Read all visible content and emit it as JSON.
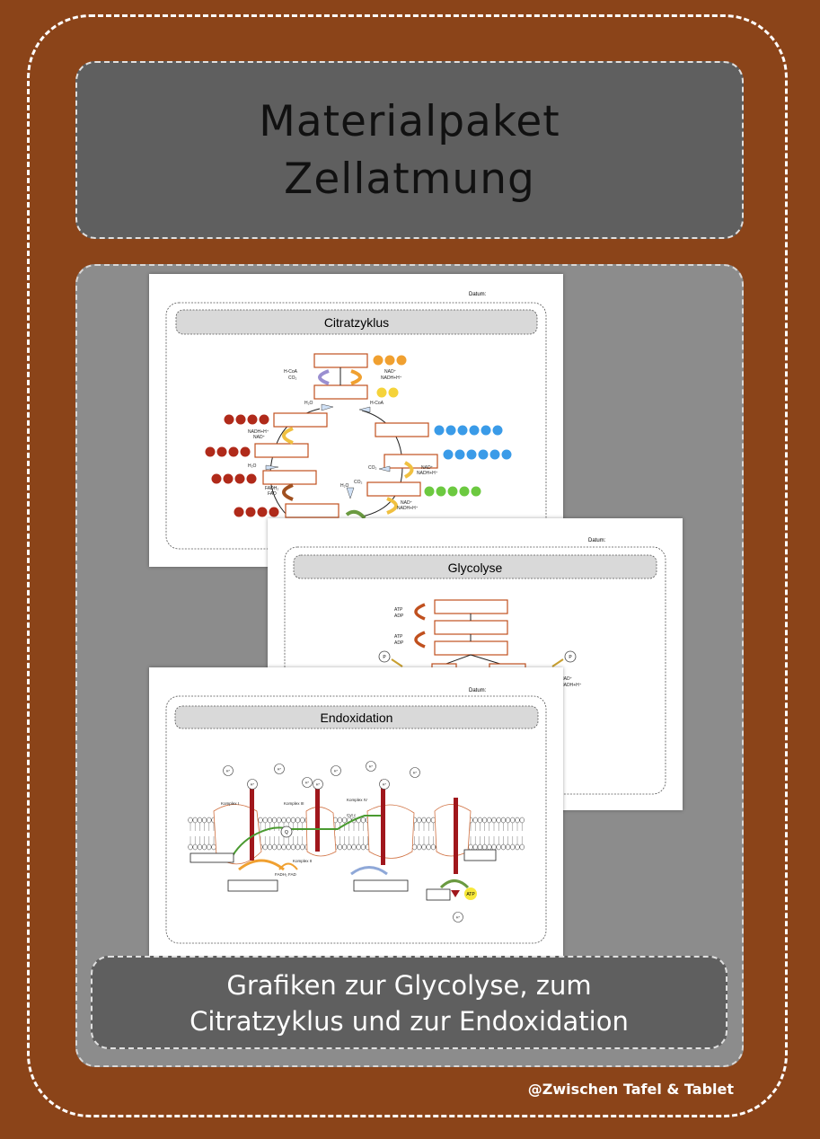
{
  "cover": {
    "title_line1": "Materialpaket",
    "title_line2": "Zellatmung",
    "subtitle_line1": "Grafiken zur Glycolyse, zum",
    "subtitle_line2": "Citratzyklus und zur Endoxidation",
    "credit": "@Zwischen Tafel & Tablet"
  },
  "sheets": {
    "citrate": {
      "date_label": "Datum:",
      "title": "Citratzyklus",
      "labels": {
        "hcoa_co2": [
          "H-CoA",
          "CO₂"
        ],
        "nad_top": [
          "NAD⁺",
          "NADH+H⁺"
        ],
        "h2o_top": "H₂O",
        "hcoa_right": "H-CoA",
        "nadh_left": [
          "NADH+H⁺",
          "NAD⁺"
        ],
        "h2o_left": "H₂O",
        "co2_right": "CO₂",
        "nad_right": [
          "NAD⁺",
          "NADH+H⁺"
        ],
        "fadh2": [
          "FADH₂",
          "FAD"
        ],
        "h2o_bottom": "H₂O",
        "co2_bottom": "CO₂",
        "nad_bottom": [
          "NAD⁺",
          "NADH+H⁺"
        ]
      }
    },
    "glycolysis": {
      "date_label": "Datum:",
      "title": "Glycolyse",
      "labels": {
        "atp1": [
          "ATP",
          "ADP"
        ],
        "atp2": [
          "ATP",
          "ADP"
        ],
        "p": "P",
        "nad": [
          "NAD⁺",
          "NADH+H⁺"
        ]
      }
    },
    "endox": {
      "date_label": "Datum:",
      "title": "Endoxidation",
      "labels": {
        "hplus": "H⁺",
        "komplex1": "Komplex I",
        "komplex2": "Komplex II",
        "komplex3": "Komplex III",
        "komplex4": "Komplex IV",
        "q": "Q",
        "cytc": "Cyt c",
        "fadh2": "FADH₂ FAD",
        "atp": "ATP"
      }
    }
  },
  "colors": {
    "background": "#8B4419",
    "panel": "#5f5f5f",
    "sheet_panel": "#8c8c8c",
    "box_outline": "#c0501e",
    "orange_dot": "#f0a030",
    "yellow_dot": "#f5d33a",
    "blue_dot": "#3a9be8",
    "green_dot": "#6cc940",
    "red_dot": "#b02a1a",
    "protein_red": "#a0171c",
    "atp_yellow": "#f7e83a"
  }
}
